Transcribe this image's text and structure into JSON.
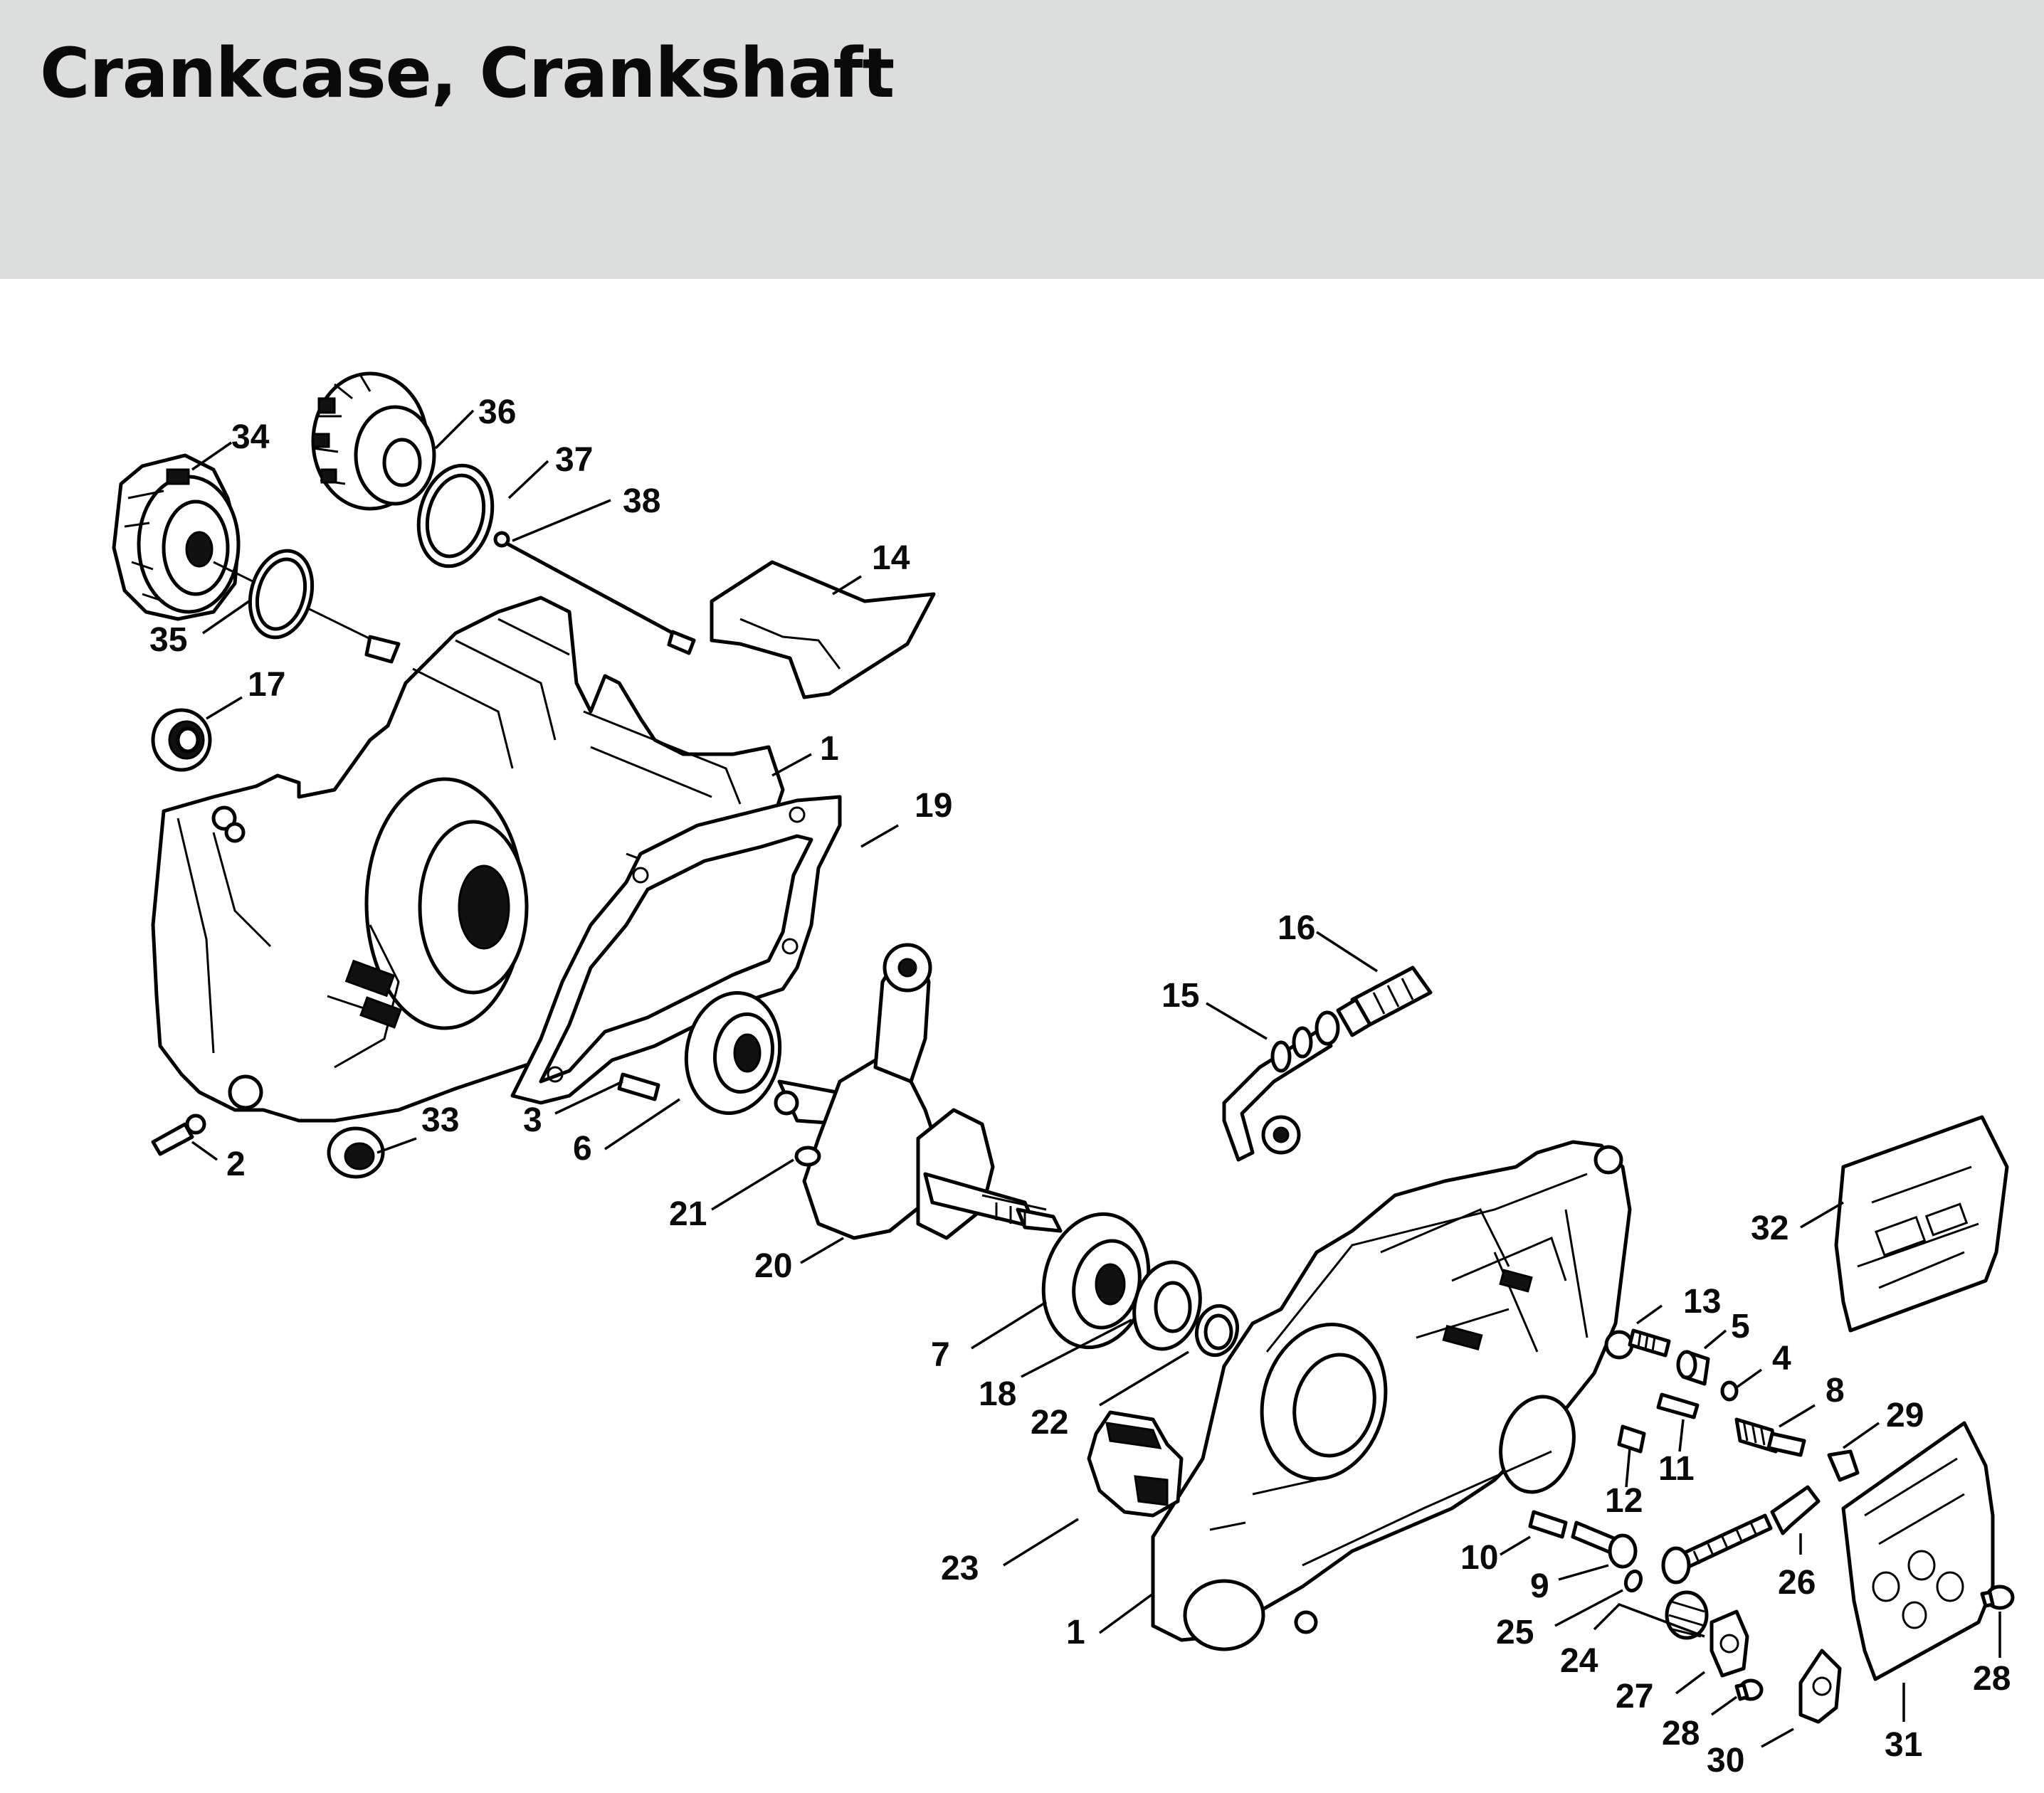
{
  "page": {
    "title": "Crankcase, Crankshaft"
  },
  "colors": {
    "header_background": "#dcdddd",
    "line": "#000000",
    "label": "#0a0a0a"
  },
  "labels": [
    "34",
    "36",
    "37",
    "38",
    "14",
    "35",
    "17",
    "1",
    "19",
    "16",
    "15",
    "3",
    "6",
    "33",
    "2",
    "21",
    "20",
    "7",
    "18",
    "22",
    "32",
    "13",
    "5",
    "4",
    "8",
    "29",
    "12",
    "11",
    "23",
    "10",
    "9",
    "26",
    "25",
    "24",
    "1",
    "27",
    "28",
    "28",
    "31",
    "30"
  ]
}
